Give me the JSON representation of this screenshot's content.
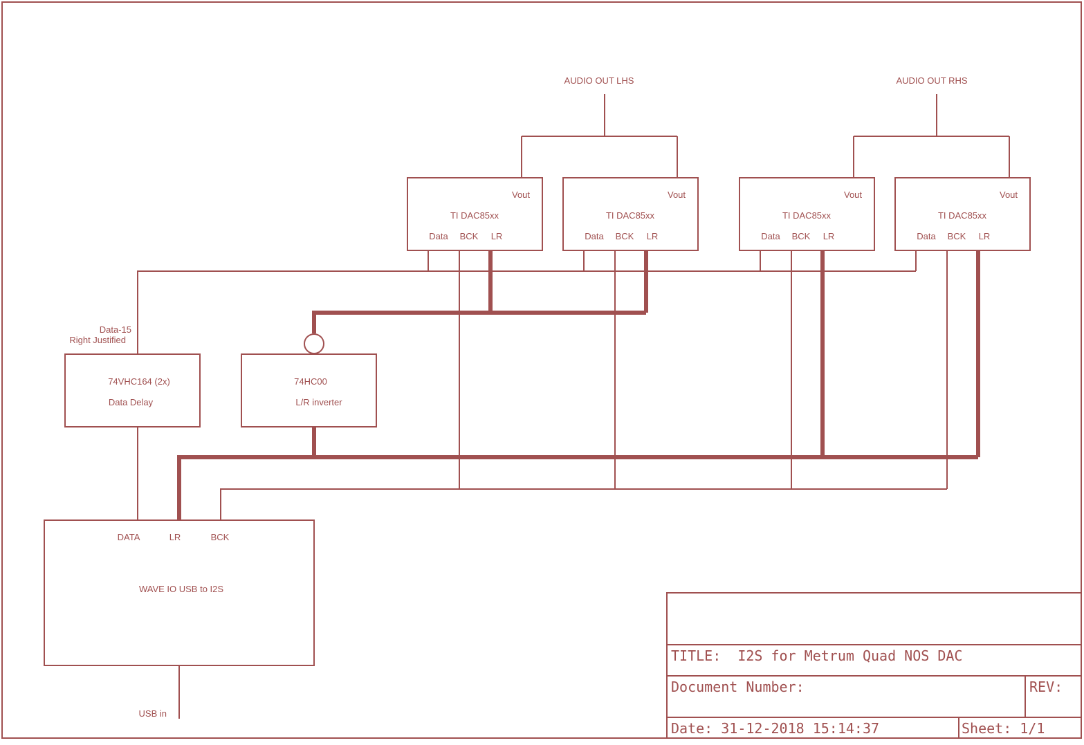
{
  "colors": {
    "ink": "#a05050",
    "background": "#ffffff"
  },
  "outputs": {
    "lhs": "AUDIO OUT LHS",
    "rhs": "AUDIO OUT RHS"
  },
  "dac": {
    "name": "TI DAC85xx",
    "vout": "Vout",
    "pins": {
      "data": "Data",
      "bck": "BCK",
      "lr": "LR"
    }
  },
  "delay": {
    "note_line1": "Data-15",
    "note_line2": "Right Justified",
    "part": "74VHC164 (2x)",
    "function": "Data Delay"
  },
  "inverter": {
    "part": "74HC00",
    "function": "L/R inverter"
  },
  "source": {
    "pins": {
      "data": "DATA",
      "lr": "LR",
      "bck": "BCK"
    },
    "name": "WAVE IO USB to I2S",
    "input": "USB in"
  },
  "title_block": {
    "title": "TITLE:  I2S for Metrum Quad NOS DAC",
    "document_number": "Document Number:",
    "rev": "REV:",
    "date": "Date: 31-12-2018 15:14:37",
    "sheet": "Sheet: 1/1"
  }
}
